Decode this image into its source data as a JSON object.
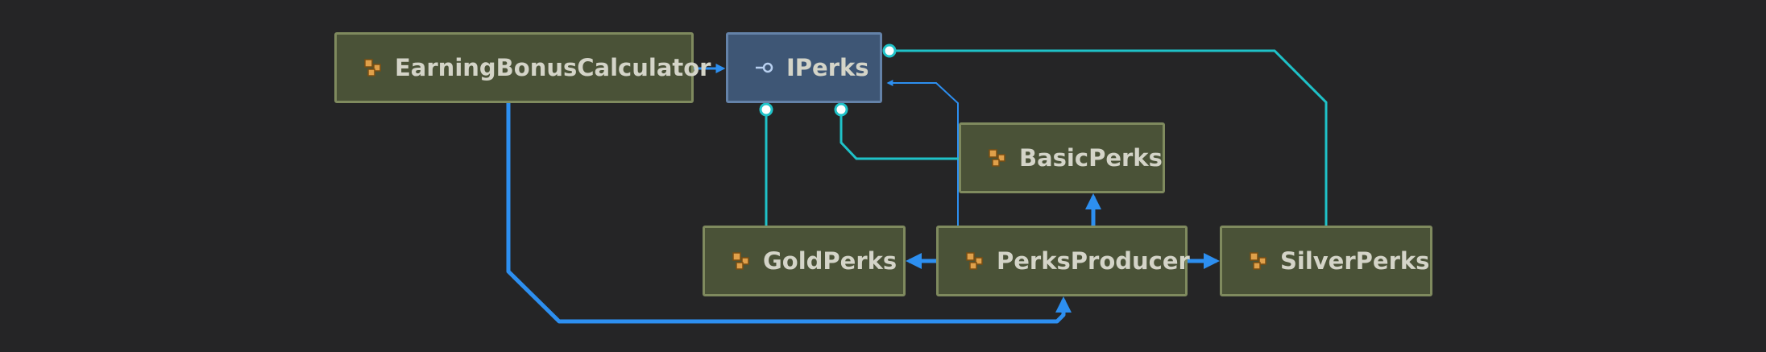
{
  "diagram": {
    "nodes": [
      {
        "id": "EarningBonusCalculator",
        "label": "EarningBonusCalculator",
        "kind": "class",
        "icon": "class-icon"
      },
      {
        "id": "IPerks",
        "label": "IPerks",
        "kind": "interface",
        "icon": "interface-icon"
      },
      {
        "id": "BasicPerks",
        "label": "BasicPerks",
        "kind": "class",
        "icon": "class-icon"
      },
      {
        "id": "GoldPerks",
        "label": "GoldPerks",
        "kind": "class",
        "icon": "class-icon"
      },
      {
        "id": "PerksProducer",
        "label": "PerksProducer",
        "kind": "class",
        "icon": "class-icon"
      },
      {
        "id": "SilverPerks",
        "label": "SilverPerks",
        "kind": "class",
        "icon": "class-icon"
      }
    ],
    "edges": [
      {
        "from": "EarningBonusCalculator",
        "to": "IPerks",
        "type": "dependency"
      },
      {
        "from": "EarningBonusCalculator",
        "to": "PerksProducer",
        "type": "dependency"
      },
      {
        "from": "PerksProducer",
        "to": "IPerks",
        "type": "dependency"
      },
      {
        "from": "PerksProducer",
        "to": "BasicPerks",
        "type": "dependency"
      },
      {
        "from": "PerksProducer",
        "to": "GoldPerks",
        "type": "dependency"
      },
      {
        "from": "PerksProducer",
        "to": "SilverPerks",
        "type": "dependency"
      },
      {
        "from": "BasicPerks",
        "to": "IPerks",
        "type": "implements"
      },
      {
        "from": "GoldPerks",
        "to": "IPerks",
        "type": "implements"
      },
      {
        "from": "SilverPerks",
        "to": "IPerks",
        "type": "implements"
      }
    ],
    "colors": {
      "background": "#252526",
      "class_fill": "#4a5237",
      "class_border": "#7f8a5e",
      "interface_fill": "#3e5675",
      "interface_border": "#6482a8",
      "text": "#d4d4c8",
      "dependency_edge": "#2d8ff0",
      "implements_edge": "#1fc2c8",
      "class_icon": "#e0a04a"
    }
  }
}
